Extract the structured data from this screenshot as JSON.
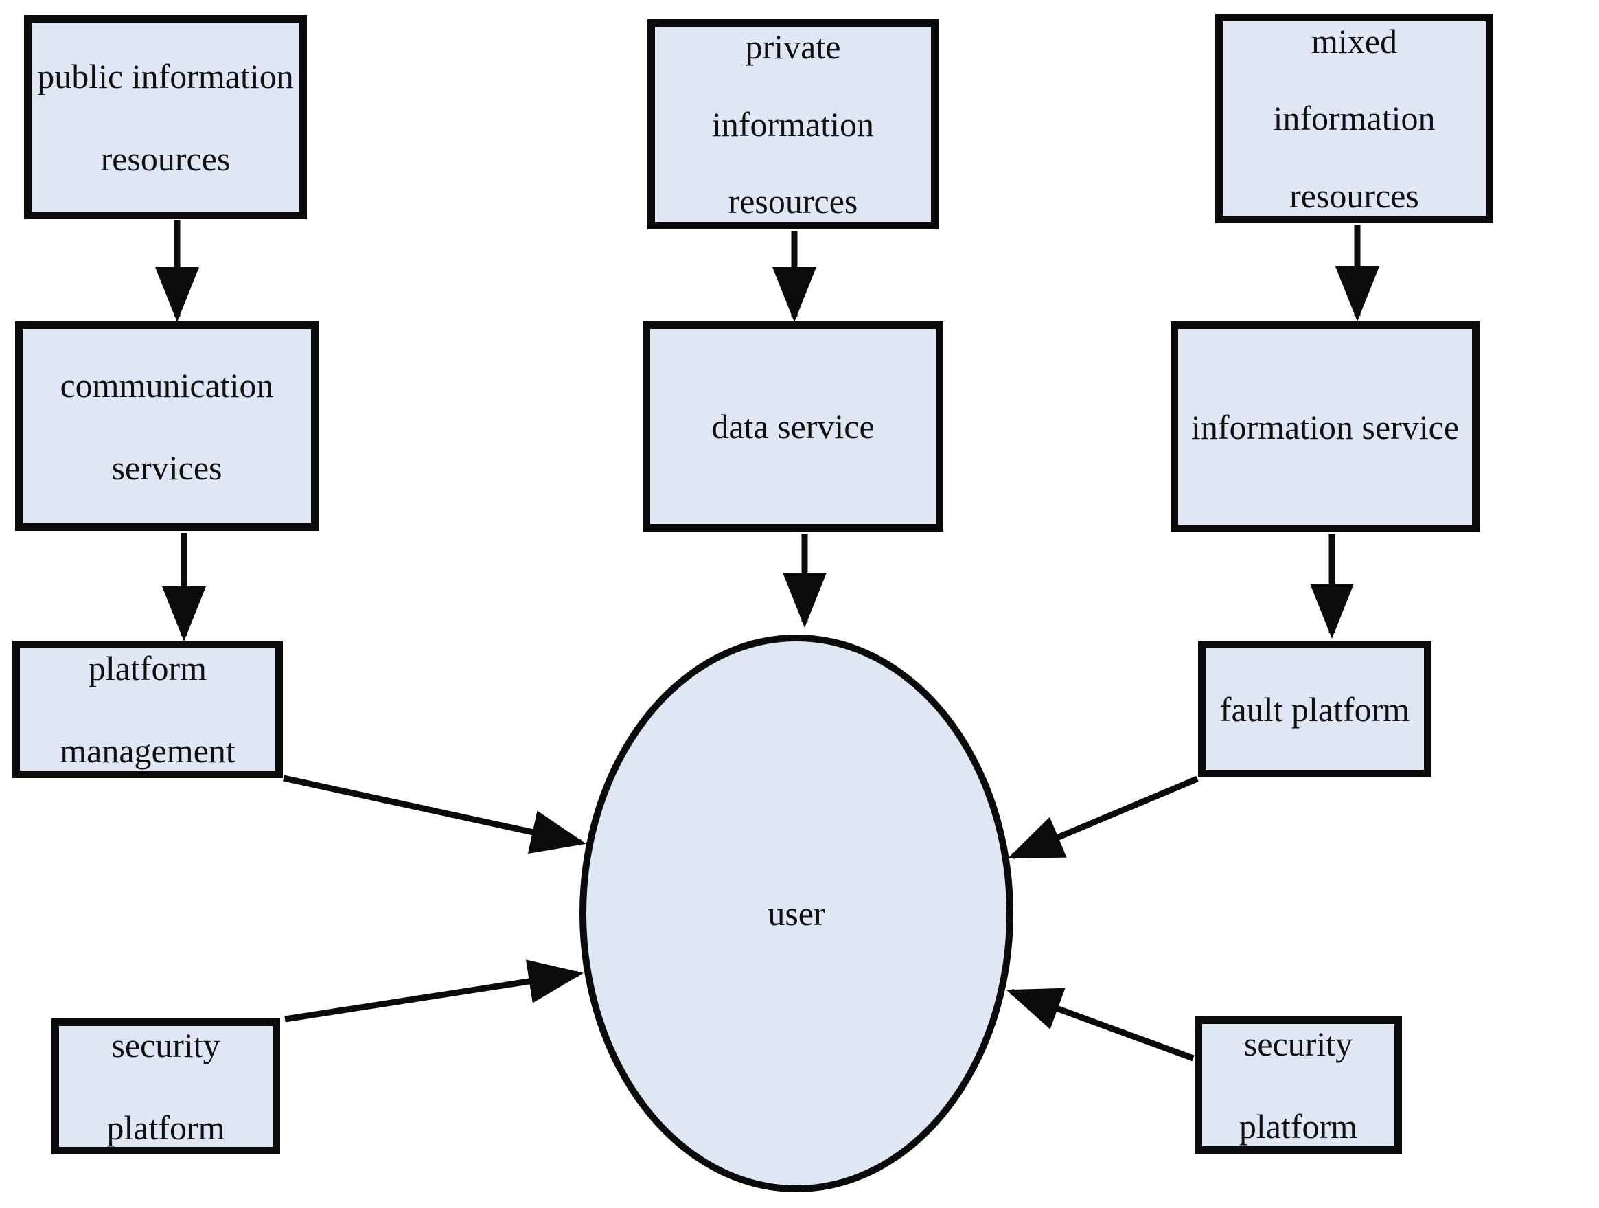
{
  "diagram": {
    "nodes": {
      "public_info": {
        "label": "public information resources",
        "lines": [
          "public information",
          "resources"
        ]
      },
      "comm_services": {
        "label": "communication services",
        "lines": [
          "communication",
          "services"
        ]
      },
      "platform_mgmt": {
        "label": "platform management",
        "lines": [
          "platform",
          "management"
        ]
      },
      "security_left": {
        "label": "security platform",
        "lines": [
          "security",
          "platform"
        ]
      },
      "private_info": {
        "label": "private information resources",
        "lines": [
          "private",
          "information",
          "resources"
        ]
      },
      "data_service": {
        "label": "data service",
        "lines": [
          "data service"
        ]
      },
      "mixed_info": {
        "label": "mixed information resources",
        "lines": [
          "mixed",
          "information",
          "resources"
        ]
      },
      "info_service": {
        "label": "information service",
        "lines": [
          "information service"
        ]
      },
      "fault_platform": {
        "label": "fault platform",
        "lines": [
          "fault platform"
        ]
      },
      "security_right": {
        "label": "security platform",
        "lines": [
          "security",
          "platform"
        ]
      },
      "user": {
        "label": "user",
        "lines": [
          "user"
        ]
      }
    },
    "edges": [
      {
        "from": "public information resources",
        "to": "communication services"
      },
      {
        "from": "communication services",
        "to": "platform management"
      },
      {
        "from": "platform management",
        "to": "user"
      },
      {
        "from": "security platform (left)",
        "to": "user"
      },
      {
        "from": "private information resources",
        "to": "data service"
      },
      {
        "from": "data service",
        "to": "user"
      },
      {
        "from": "mixed information resources",
        "to": "information service"
      },
      {
        "from": "information service",
        "to": "fault platform"
      },
      {
        "from": "fault platform",
        "to": "user"
      },
      {
        "from": "security platform (right)",
        "to": "user"
      }
    ],
    "colors": {
      "node_fill": "#dfe7f4",
      "node_border": "#0b0b0b",
      "text": "#101010",
      "background": "#ffffff"
    }
  }
}
